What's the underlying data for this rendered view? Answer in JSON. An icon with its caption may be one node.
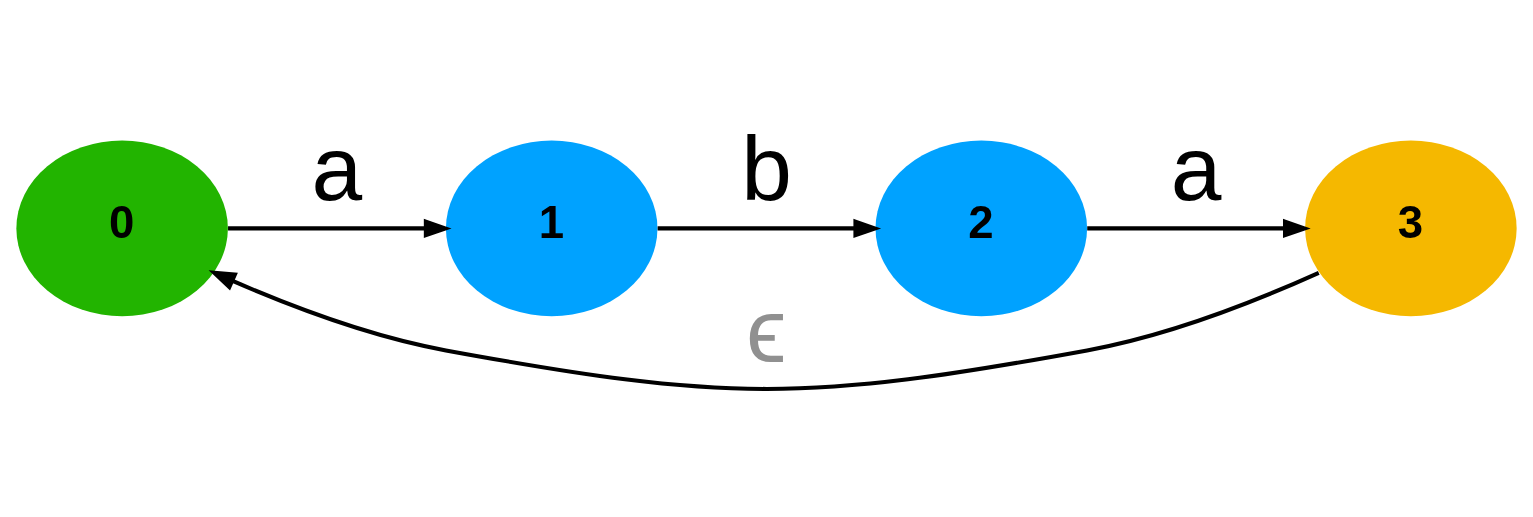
{
  "diagram": {
    "nodes": [
      {
        "text": [
          "0"
        ]
      },
      {
        "text": [
          "1"
        ]
      },
      {
        "text": [
          "2"
        ]
      },
      {
        "text": [
          "3"
        ]
      }
    ],
    "edges": [
      {
        "from": 0,
        "to": 1,
        "arrow": "to",
        "label": "a"
      },
      {
        "from": 1,
        "to": 2,
        "arrow": "to",
        "label": "b"
      },
      {
        "from": 2,
        "to": 3,
        "arrow": "to",
        "label": "a"
      },
      {
        "from": 3,
        "to": 0,
        "arrow": "to",
        "label": "ϵ"
      }
    ]
  }
}
